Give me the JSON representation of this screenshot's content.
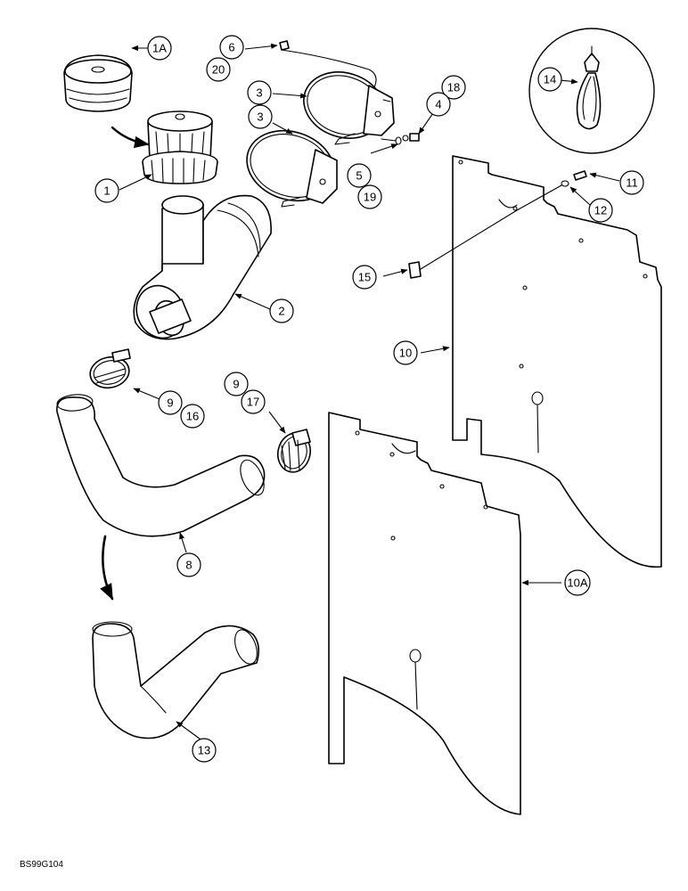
{
  "figure_ref": "BS99G104",
  "callouts": {
    "c1A": "1A",
    "c1": "1",
    "c2": "2",
    "c3a": "3",
    "c3b": "3",
    "c4": "4",
    "c18": "18",
    "c5": "5",
    "c19": "19",
    "c6": "6",
    "c20": "20",
    "c8": "8",
    "c9a": "9",
    "c16": "16",
    "c9b": "9",
    "c17": "17",
    "c10": "10",
    "c10A": "10A",
    "c11": "11",
    "c12": "12",
    "c13": "13",
    "c14": "14",
    "c15": "15"
  }
}
